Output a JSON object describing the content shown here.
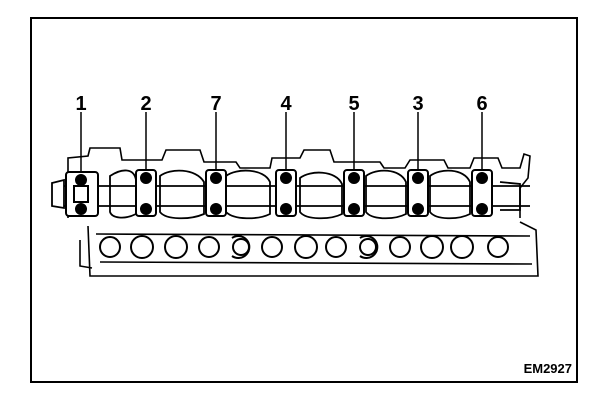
{
  "figure_code": "EM2927",
  "cap_labels": [
    "1",
    "2",
    "7",
    "4",
    "5",
    "3",
    "6"
  ]
}
